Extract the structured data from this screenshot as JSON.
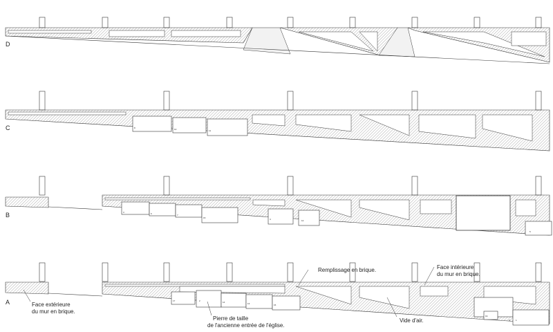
{
  "rows": [
    {
      "label": "D"
    },
    {
      "label": "C",
      "stone_tags": [
        "8",
        "10",
        "11"
      ]
    },
    {
      "label": "B",
      "stone_tags": [
        "3",
        "6",
        "7",
        "15",
        "4",
        "12",
        "5"
      ]
    },
    {
      "label": "A",
      "stone_tags": [
        "17",
        "2",
        "14",
        "13",
        "15",
        "6",
        "19",
        "1"
      ]
    }
  ],
  "annotations": {
    "face_exterieure": [
      "Face extérieure",
      "du mur en brique."
    ],
    "pierre_de_taille": [
      "Pierre de taille",
      "de l'ancienne entrée de l'église."
    ],
    "remplissage": [
      "Remplissage en brique."
    ],
    "vide_air": [
      "Vide d'air."
    ],
    "face_interieure": [
      "Face intérieure",
      "du mur en brique."
    ]
  },
  "colors": {
    "line": "#333333",
    "hatch": "#8a8a8a",
    "background": "#ffffff"
  }
}
